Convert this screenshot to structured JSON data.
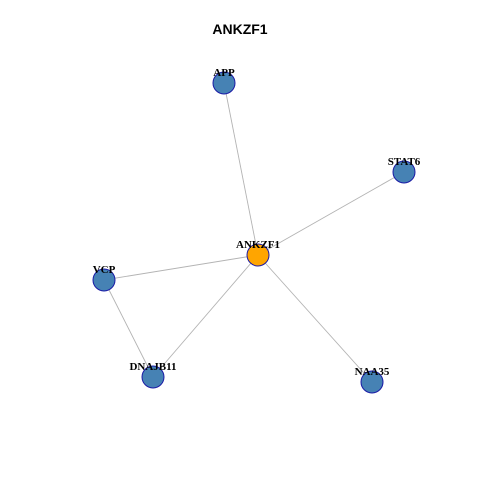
{
  "title": "ANKZF1",
  "colors": {
    "center_node": "#ffa500",
    "neighbor_node": "#4682b4",
    "node_border": "#1a1aa6",
    "edge": "#b3b3b3"
  },
  "nodes": [
    {
      "id": "ANKZF1",
      "label": "ANKZF1",
      "role": "center"
    },
    {
      "id": "APP",
      "label": "APP",
      "role": "neighbor"
    },
    {
      "id": "STAT6",
      "label": "STAT6",
      "role": "neighbor"
    },
    {
      "id": "VCP",
      "label": "VCP",
      "role": "neighbor"
    },
    {
      "id": "DNAJB11",
      "label": "DNAJB11",
      "role": "neighbor"
    },
    {
      "id": "NAA35",
      "label": "NAA35",
      "role": "neighbor"
    }
  ],
  "edges": [
    {
      "source": "ANKZF1",
      "target": "APP"
    },
    {
      "source": "ANKZF1",
      "target": "STAT6"
    },
    {
      "source": "ANKZF1",
      "target": "VCP"
    },
    {
      "source": "ANKZF1",
      "target": "DNAJB11"
    },
    {
      "source": "ANKZF1",
      "target": "NAA35"
    },
    {
      "source": "VCP",
      "target": "DNAJB11"
    }
  ]
}
